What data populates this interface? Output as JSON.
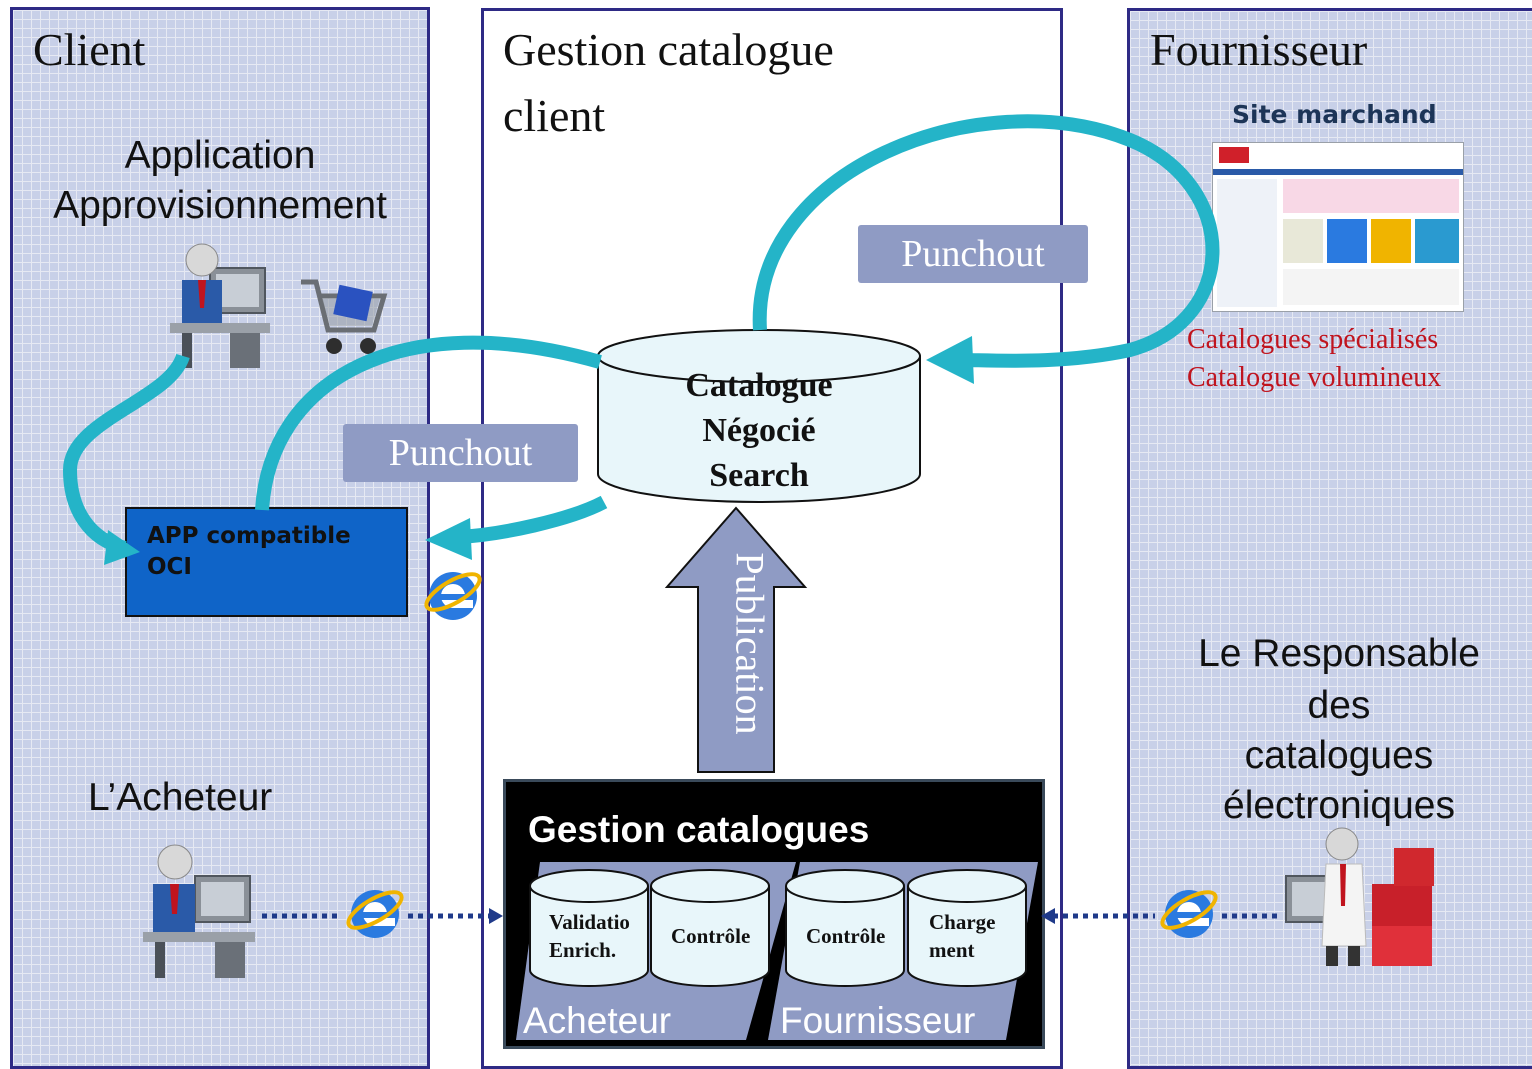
{
  "panels": {
    "client": {
      "title": "Client",
      "app_title": [
        "Application",
        "Approvisionnement"
      ],
      "oci_box": [
        "APP compatible",
        "OCI"
      ],
      "buyer_label": "L’Acheteur"
    },
    "gestion": {
      "title": [
        "Gestion catalogue",
        "client"
      ],
      "catalogue_db": [
        "Catalogue",
        "Négocié",
        "Search"
      ],
      "publication_label": "Publication",
      "gestion_catalogues_title": "Gestion catalogues",
      "cylinders": [
        [
          "Validatio",
          "Enrich."
        ],
        [
          "Contrôle"
        ],
        [
          "Contrôle"
        ],
        [
          "Charge",
          "ment"
        ]
      ],
      "section_labels": [
        "Acheteur",
        "Fournisseur"
      ]
    },
    "fournisseur": {
      "title": "Fournisseur",
      "site_label": "Site marchand",
      "catalogues": [
        "Catalogues spécialisés",
        "Catalogue volumineux"
      ],
      "responsable": [
        "Le Responsable",
        "des",
        "catalogues",
        "électroniques"
      ]
    }
  },
  "punchout_labels": [
    "Punchout",
    "Punchout"
  ],
  "colors": {
    "arrow": "#24b4c8",
    "panel_border": "#2e2a85",
    "oci_fill": "#0f64c8",
    "punchout_fill": "#8f9bc4",
    "publication_fill": "#8f9bc4",
    "catalogue_text": "#c0141e",
    "dots": "#1f3a8a"
  },
  "icons": [
    "user-at-computer-icon",
    "shopping-cart-icon",
    "internet-explorer-icon",
    "boxes-icon",
    "website-screenshot"
  ]
}
